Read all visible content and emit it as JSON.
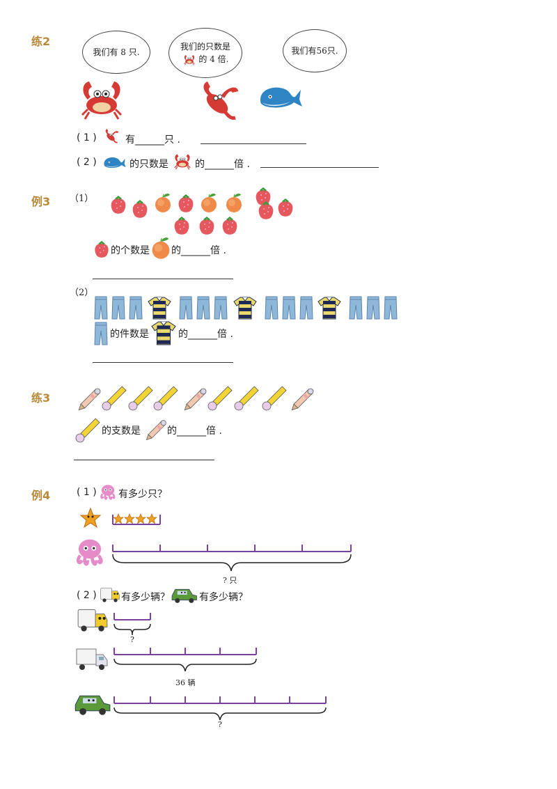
{
  "lian2": {
    "label": "练2",
    "bubble_crab": "我们有 8 只.",
    "bubble_lobster_line1": "我们的只数是",
    "bubble_lobster_line2": "的 4 倍.",
    "bubble_whale": "我们有56只.",
    "q1_num": "( 1 )",
    "q1_text": "有______只 .",
    "q2_num": "( 2 )",
    "q2_mid": "的只数是",
    "q2_end": "的______倍 ."
  },
  "li3": {
    "label": "例3",
    "p1_num": "（1）",
    "p1_mid": "的个数是",
    "p1_end": "的______倍 .",
    "p2_num": "（2）",
    "p2_mid": "的件数是",
    "p2_end": "的______倍 ."
  },
  "lian3": {
    "label": "练3",
    "mid": "的支数是",
    "end": "的______倍 ."
  },
  "li4": {
    "label": "例4",
    "p1_num": "( 1 )",
    "p1_q": "有多少只？",
    "p1_brace": "? 只",
    "p2_num": "( 2 )",
    "p2_q1": "有多少辆？",
    "p2_q2": "有多少辆？",
    "brace_small": "?",
    "brace_36": "36 辆",
    "brace_last": "?"
  },
  "colors": {
    "label": "#b8893a",
    "bar": "#7b3fa0"
  }
}
